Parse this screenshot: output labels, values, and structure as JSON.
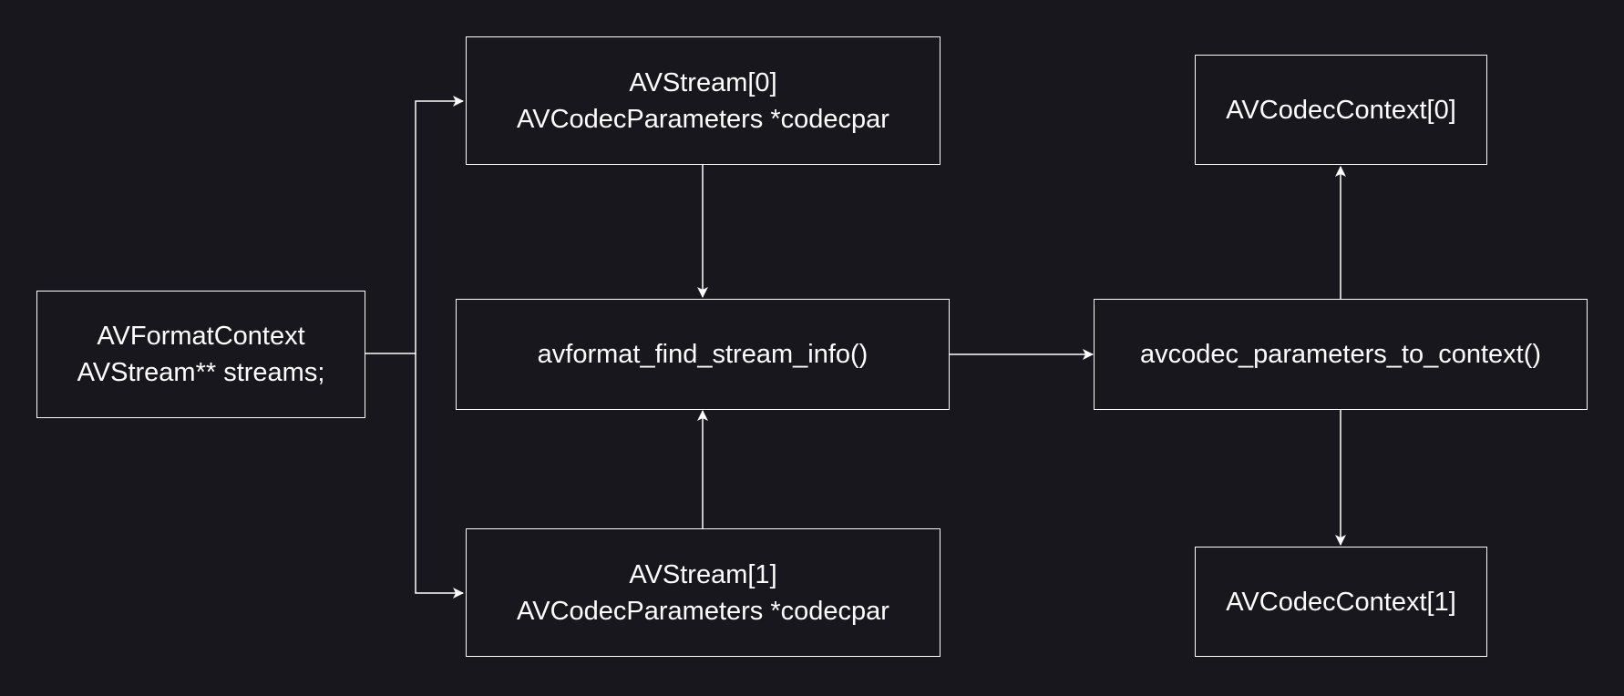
{
  "diagram": {
    "background": "#18171d",
    "line_color": "#ffffff",
    "nodes": {
      "format_context": {
        "line1": "AVFormatContext",
        "line2": "AVStream** streams;",
        "line2_trailing": ";"
      },
      "stream0": {
        "line1": "AVStream[0]",
        "line2": "AVCodecParameters *codecpar"
      },
      "stream1": {
        "line1": "AVStream[1]",
        "line2": "AVCodecParameters *codecpar"
      },
      "find_stream_info": {
        "label": "avformat_find_stream_info()"
      },
      "params_to_context": {
        "label": "avcodec_parameters_to_context()"
      },
      "codec_context0": {
        "label": "AVCodecContext[0]"
      },
      "codec_context1": {
        "label": "AVCodecContext[1]"
      }
    },
    "edges": [
      {
        "from": "format_context",
        "to": "stream0"
      },
      {
        "from": "format_context",
        "to": "stream1"
      },
      {
        "from": "stream0",
        "to": "find_stream_info"
      },
      {
        "from": "stream1",
        "to": "find_stream_info"
      },
      {
        "from": "find_stream_info",
        "to": "params_to_context"
      },
      {
        "from": "params_to_context",
        "to": "codec_context0"
      },
      {
        "from": "params_to_context",
        "to": "codec_context1"
      }
    ]
  }
}
